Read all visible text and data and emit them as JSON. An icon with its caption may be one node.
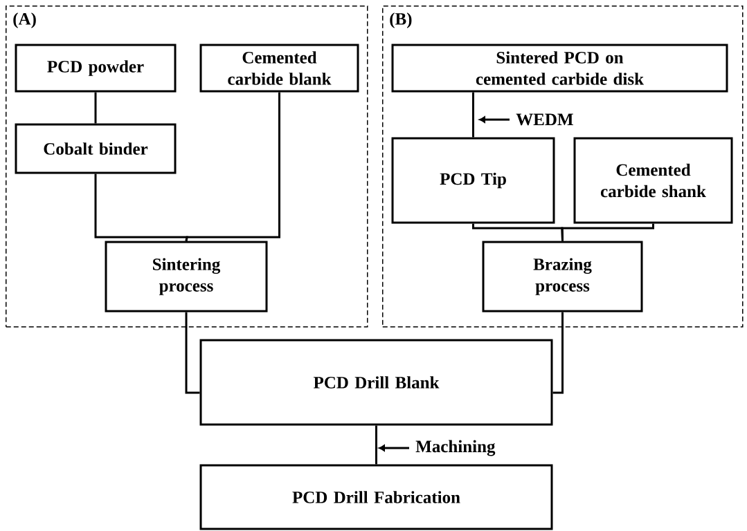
{
  "diagram": {
    "nodes": [
      {
        "text": [
          "(A)"
        ]
      },
      {
        "text": [
          "(B)"
        ]
      },
      {
        "text": [
          "PCD powder"
        ],
        "in": 0
      },
      {
        "text": [
          "Cemented carbide blank"
        ],
        "in": 0
      },
      {
        "text": [
          "Cobalt binder"
        ],
        "in": 0
      },
      {
        "text": [
          "Sintering process"
        ],
        "in": 0
      },
      {
        "text": [
          "Sintered PCD on cemented carbide disk"
        ],
        "in": 1
      },
      {
        "text": [
          "PCD Tip"
        ],
        "in": 1
      },
      {
        "text": [
          "Cemented carbide shank"
        ],
        "in": 1
      },
      {
        "text": [
          "Brazing process"
        ],
        "in": 1
      },
      {
        "text": [
          "PCD Drill Blank"
        ]
      },
      {
        "text": [
          "PCD Drill Fabrication"
        ]
      }
    ],
    "edges": [
      {
        "from": 2,
        "to": 4,
        "arrow": "none"
      },
      {
        "from": 4,
        "to": 5,
        "arrow": "none"
      },
      {
        "from": 3,
        "to": 5,
        "arrow": "none"
      },
      {
        "from": 6,
        "to": 7,
        "arrow": "none",
        "label": "WEDM"
      },
      {
        "from": 7,
        "to": 9,
        "arrow": "none"
      },
      {
        "from": 8,
        "to": 9,
        "arrow": "none"
      },
      {
        "from": 5,
        "to": 10,
        "arrow": "none"
      },
      {
        "from": 9,
        "to": 10,
        "arrow": "none"
      },
      {
        "from": 10,
        "to": 11,
        "arrow": "none",
        "label": "Machining"
      }
    ]
  }
}
